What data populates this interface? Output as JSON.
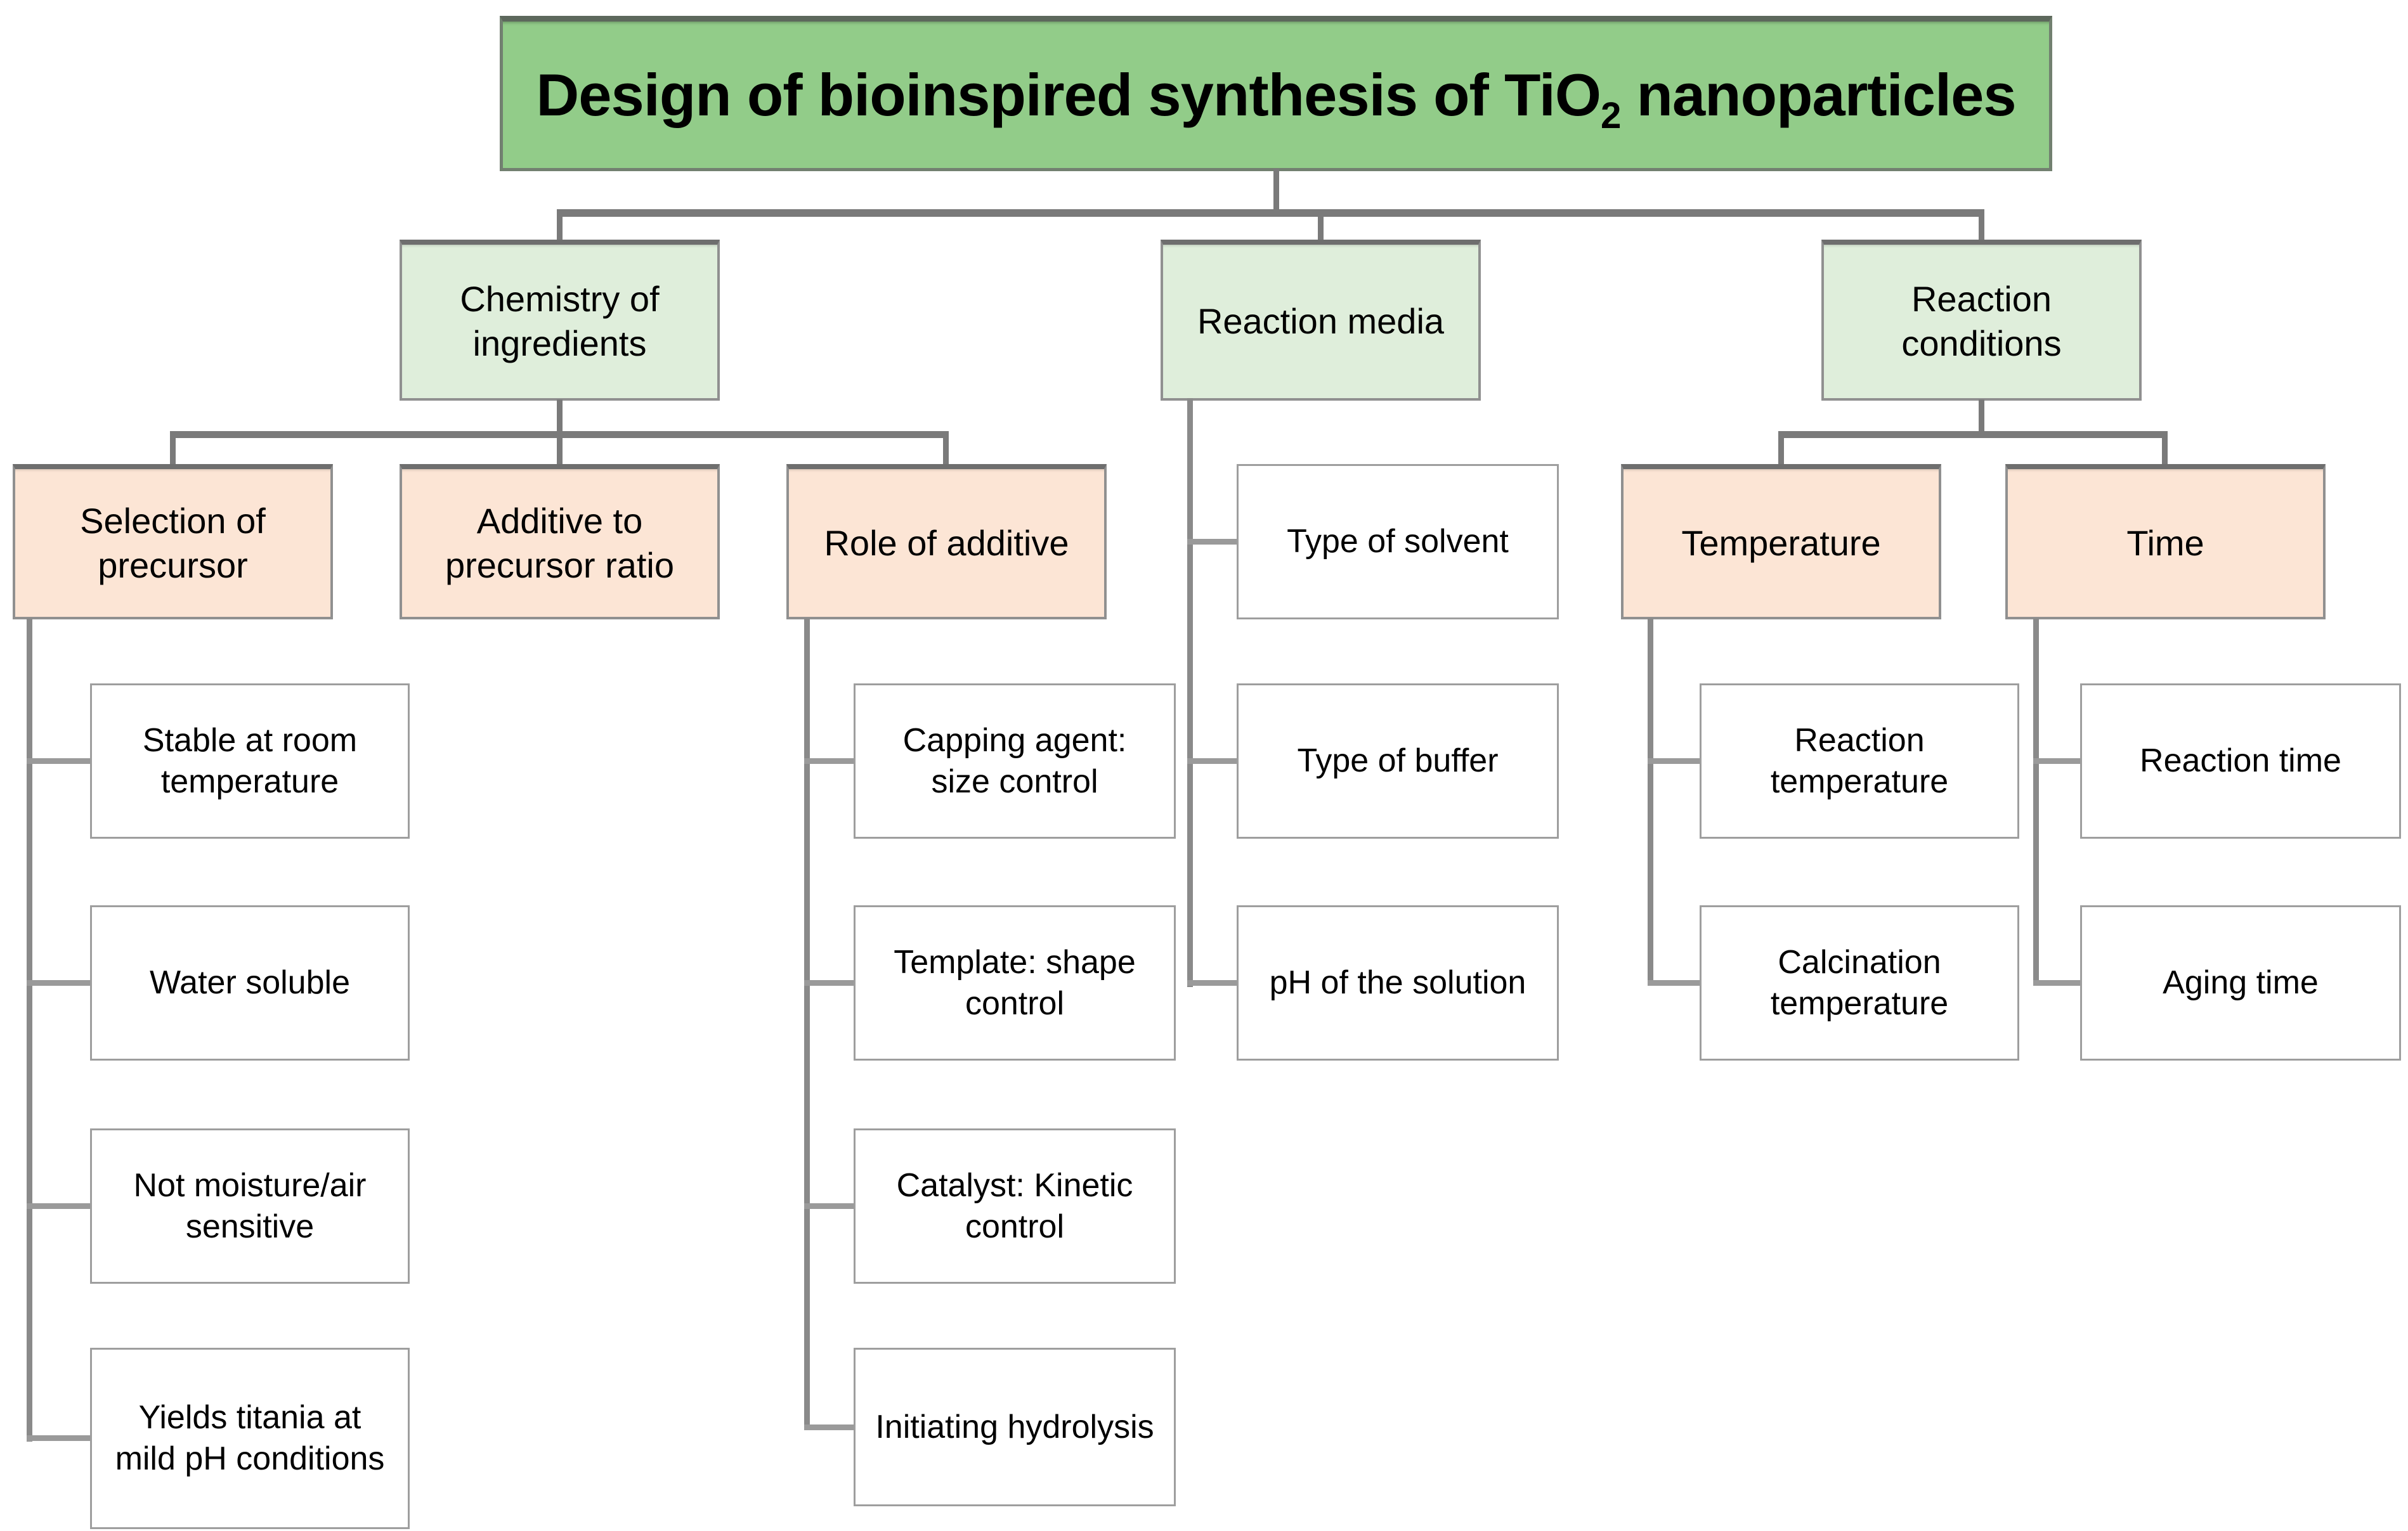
{
  "diagram_type": "hierarchy-flowchart",
  "colors": {
    "root_fill": "#92cc89",
    "branch_fill": "#dfeedb",
    "sub_branch_fill": "#fce5d5",
    "leaf_fill": "#ffffff",
    "border_gray": "#909090",
    "connector_gray": "#7a7a7a"
  },
  "tree": {
    "label_prefix": "Design of bioinspired synthesis of TiO",
    "label_sub": "2",
    "label_suffix": " nanoparticles",
    "children": [
      {
        "label": "Chemistry of ingredients",
        "children": [
          {
            "label": "Selection of precursor",
            "children": [
              {
                "label": "Stable at room temperature"
              },
              {
                "label": "Water soluble"
              },
              {
                "label": "Not moisture/air sensitive"
              },
              {
                "label": "Yields titania at mild pH conditions"
              }
            ]
          },
          {
            "label": "Additive to precursor ratio",
            "children": []
          },
          {
            "label": "Role of additive",
            "children": [
              {
                "label": "Capping agent: size control"
              },
              {
                "label": "Template: shape control"
              },
              {
                "label": "Catalyst: Kinetic control"
              },
              {
                "label": "Initiating hydrolysis"
              }
            ]
          }
        ]
      },
      {
        "label": "Reaction media",
        "children": [
          {
            "label": "Type of solvent"
          },
          {
            "label": "Type of buffer"
          },
          {
            "label": "pH of the solution"
          }
        ]
      },
      {
        "label": "Reaction conditions",
        "children": [
          {
            "label": "Temperature",
            "children": [
              {
                "label": "Reaction temperature"
              },
              {
                "label": "Calcination temperature"
              }
            ]
          },
          {
            "label": "Time",
            "children": [
              {
                "label": "Reaction time"
              },
              {
                "label": "Aging time"
              }
            ]
          }
        ]
      }
    ]
  }
}
